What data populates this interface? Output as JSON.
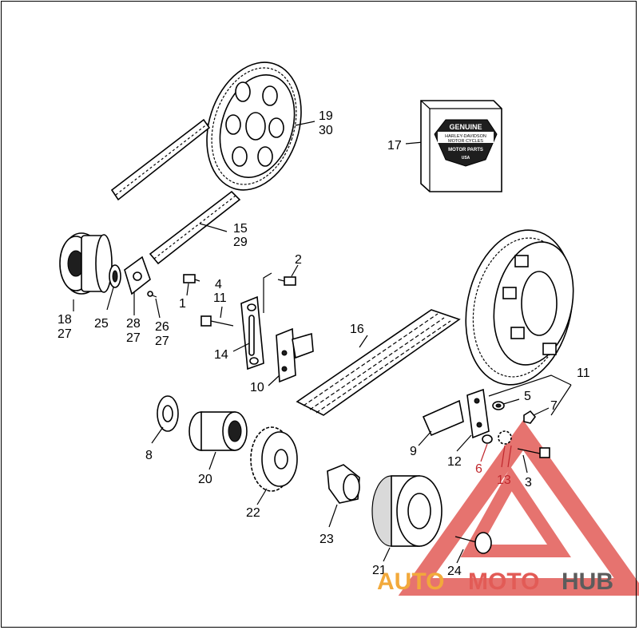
{
  "labels": {
    "p1": "1",
    "p2": "2",
    "p3": "3",
    "p4": "4",
    "p5": "5",
    "p6": "6",
    "p7": "7",
    "p8": "8",
    "p9": "9",
    "p10": "10",
    "p11": "11",
    "p11b": "11",
    "p12": "12",
    "p13": "13",
    "p14": "14",
    "p15": "15",
    "p16": "16",
    "p17": "17",
    "p18": "18",
    "p19": "19",
    "p20": "20",
    "p21": "21",
    "p22": "22",
    "p23": "23",
    "p24": "24",
    "p25": "25",
    "p26": "26",
    "p27a": "27",
    "p27b": "27",
    "p27c": "27",
    "p28": "28",
    "p29": "29",
    "p30": "30"
  },
  "badge": {
    "top": "GENUINE",
    "brand_line1": "HARLEY-DAVIDSON",
    "brand_line2": "MOTOR CYCLES",
    "bottom": "MOTOR PARTS",
    "tag": "USA"
  },
  "watermark": {
    "part1": "AUTO",
    "part2": "MOTO",
    "part3": "HUB"
  },
  "colors": {
    "highlight": "#c0272d",
    "watermark_red": "#e25b56",
    "watermark_orange": "#f2a93b",
    "watermark_gray": "#5c5c5c"
  }
}
